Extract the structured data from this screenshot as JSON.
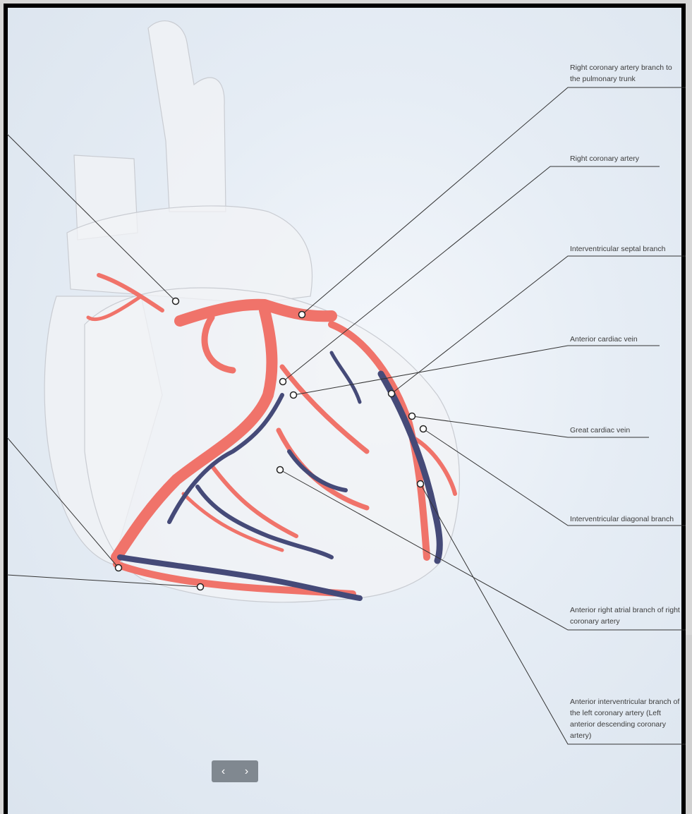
{
  "labels": {
    "rca_branch_pulmonary": "Right coronary artery branch to the pulmonary trunk",
    "rca": "Right coronary artery",
    "septal": "Interventricular septal branch",
    "ant_cardiac_vein": "Anterior cardiac vein",
    "great_cardiac_vein": "Great cardiac vein",
    "diagonal": "Interventricular diagonal branch",
    "ant_right_atrial": "Anterior right atrial branch of right coronary artery",
    "lad": "Anterior interventricular branch of the left coronary artery (Left anterior descending coronary artery)"
  },
  "colors": {
    "artery": "#f0736a",
    "vein": "#454a78",
    "heart": "#eef0f3"
  },
  "nav": {
    "prev": "‹",
    "next": "›"
  }
}
